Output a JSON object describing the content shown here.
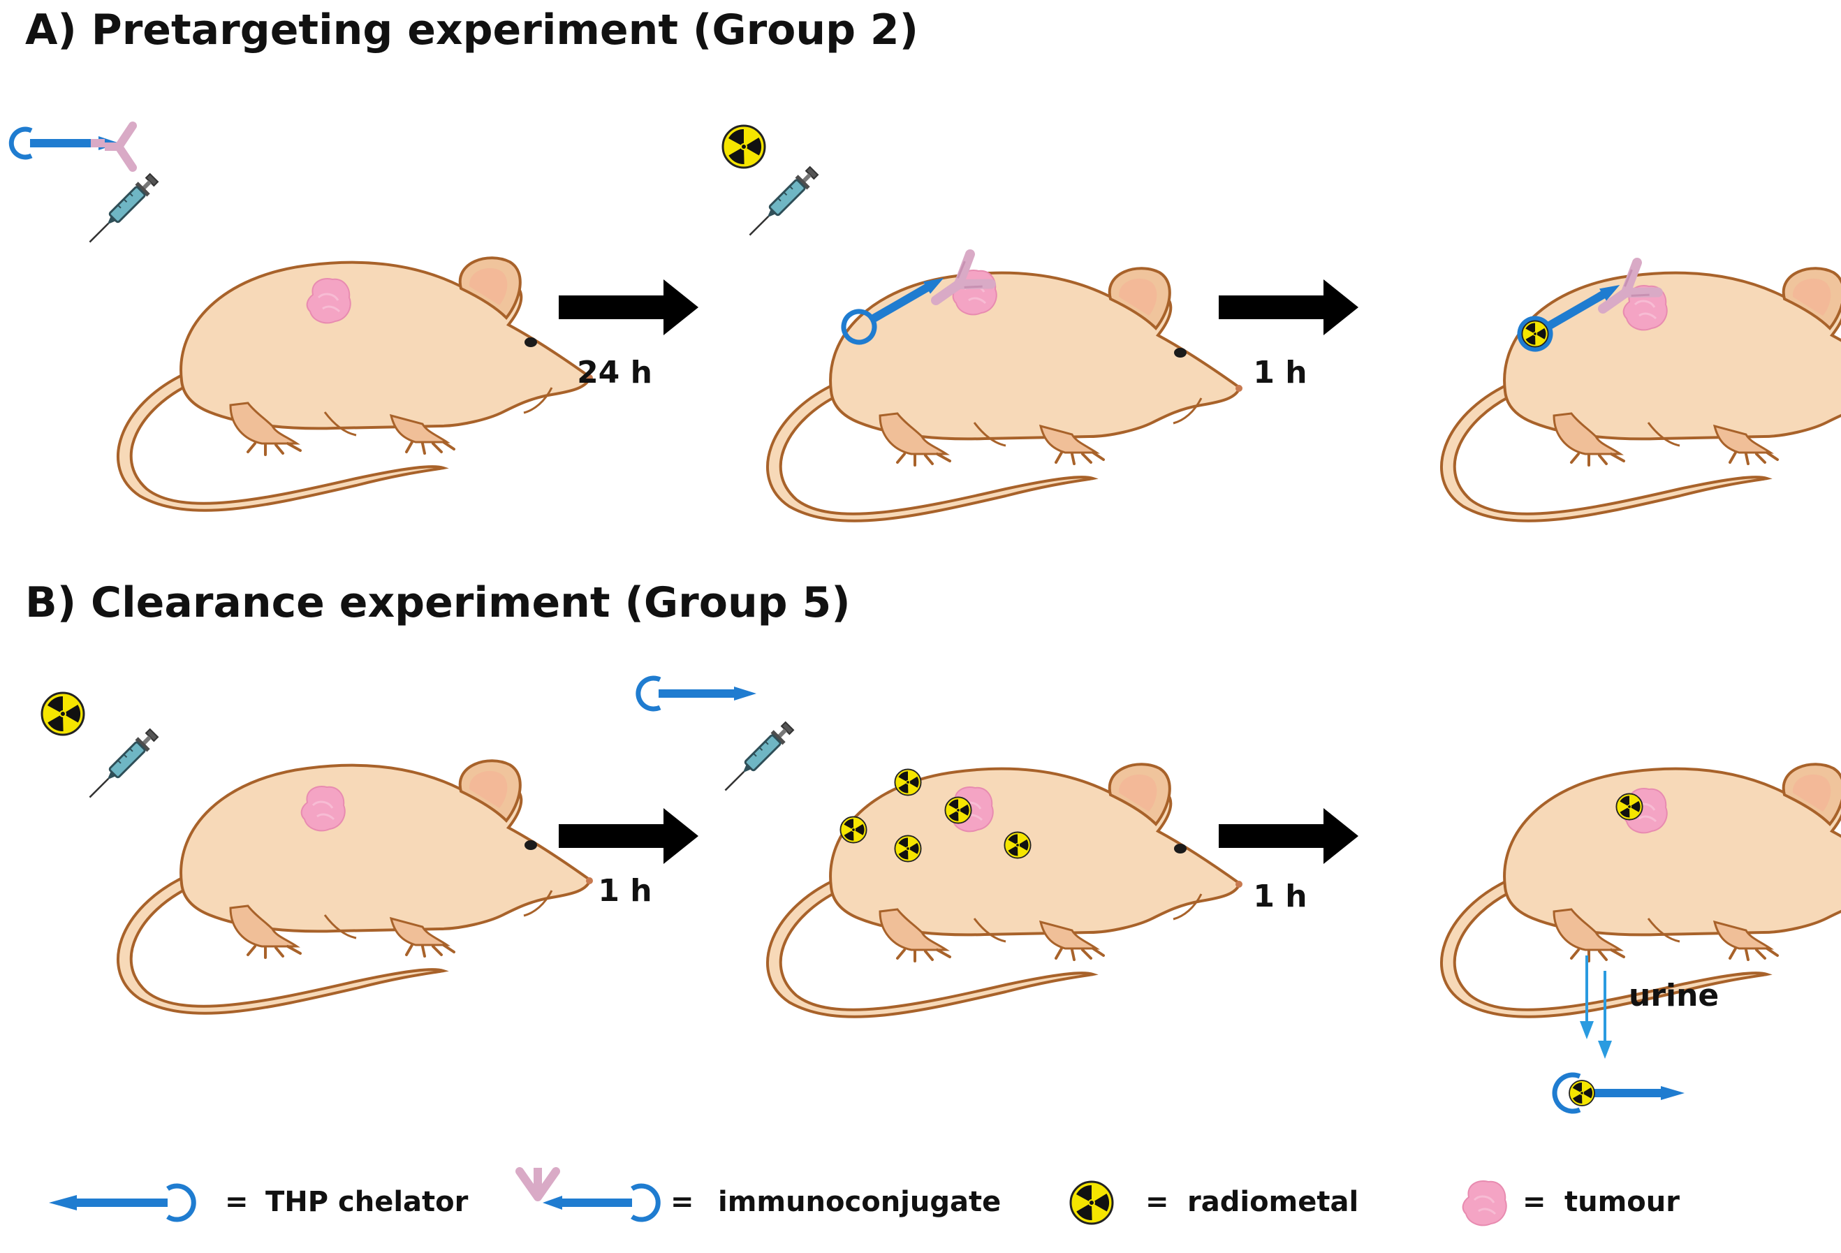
{
  "panel_a": {
    "title": "A) Pretargeting experiment (Group 2)",
    "step1_time": "24 h",
    "step2_time": "1 h"
  },
  "panel_b": {
    "title": "B) Clearance experiment (Group 5)",
    "step1_time": "1 h",
    "step2_time": "1 h",
    "excretion_label": "urine"
  },
  "legend": {
    "equals": "=",
    "chelator": "THP chelator",
    "immunoconjugate": "immunoconjugate",
    "radiometal": "radiometal",
    "tumour": "tumour"
  },
  "colors": {
    "mouse_body": "#f7d9b8",
    "mouse_outline": "#a8622a",
    "tumour": "#f4a4c4",
    "chelator": "#1f7cd0",
    "antibody": "#d9aac6",
    "radiometal": "#f5e500",
    "arrow": "#000000",
    "urine_arrow": "#2a9be0"
  },
  "icons": [
    "mouse-icon",
    "syringe-icon",
    "radiation-icon",
    "tumour-icon",
    "chelator-icon",
    "antibody-icon",
    "arrow-right-icon",
    "arrow-down-icon"
  ]
}
